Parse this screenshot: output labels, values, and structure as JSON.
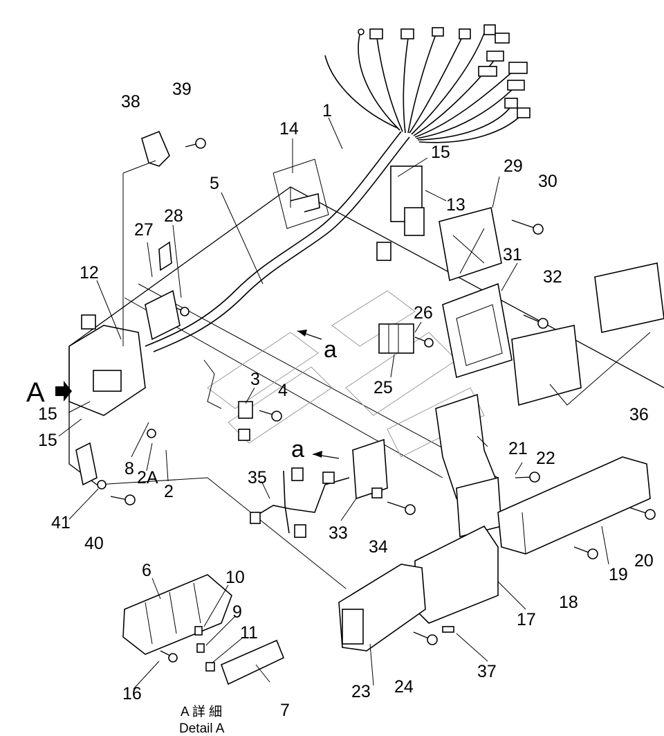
{
  "callouts": {
    "c1": "1",
    "c2": "2",
    "c2a": "2A",
    "c3": "3",
    "c4": "4",
    "c5": "5",
    "c6": "6",
    "c7": "7",
    "c8": "8",
    "c9": "9",
    "c10": "10",
    "c11": "11",
    "c12": "12",
    "c13": "13",
    "c14": "14",
    "c15a": "15",
    "c15b": "15",
    "c15c": "15",
    "c16": "16",
    "c17": "17",
    "c18": "18",
    "c19": "19",
    "c20": "20",
    "c21": "21",
    "c22": "22",
    "c23": "23",
    "c24": "24",
    "c25": "25",
    "c26": "26",
    "c27": "27",
    "c28": "28",
    "c29": "29",
    "c30": "30",
    "c31": "31",
    "c32": "32",
    "c33": "33",
    "c34": "34",
    "c35": "35",
    "c36": "36",
    "c37": "37",
    "c38": "38",
    "c39": "39",
    "c40": "40",
    "c41": "41"
  },
  "view_marker": "A",
  "connection_marks": {
    "a1": "a",
    "a2": "a"
  },
  "detail_caption": {
    "japanese": "A 詳 細",
    "english": "Detail A"
  }
}
